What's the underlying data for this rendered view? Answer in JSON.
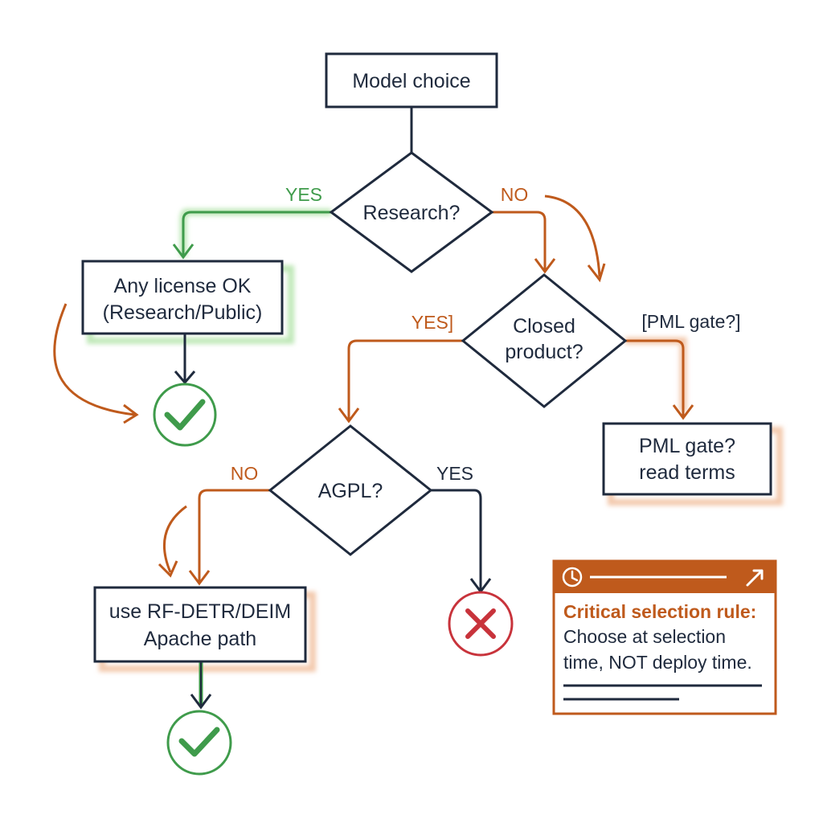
{
  "colors": {
    "navy": "#1f2a3d",
    "green": "#3f9b4b",
    "orange": "#bf5a1c",
    "red": "#c8333b",
    "glow_green": "#cfeec9",
    "glow_orange": "#f6d7c2"
  },
  "nodes": {
    "model_choice": "Model choice",
    "research": "Research?",
    "any_license_line1": "Any license OK",
    "any_license_line2": "(Research/Public)",
    "closed_product_line1": "Closed",
    "closed_product_line2": "product?",
    "pml_gate_line1": "PML gate?",
    "pml_gate_line2": "read terms",
    "agpl": "AGPL?",
    "use_rfdetr_line1": "use RF-DETR/DEIM",
    "use_rfdetr_line2": "Apache path"
  },
  "edge_labels": {
    "research_yes": "YES",
    "research_no": "NO",
    "closed_yes": "YES]",
    "closed_pml": "[PML gate?]",
    "agpl_no": "NO",
    "agpl_yes": "YES"
  },
  "note": {
    "title": "Critical selection rule:",
    "line1": "Choose at selection",
    "line2": "time, NOT deploy time.",
    "header_icons": [
      "clock-icon",
      "expand-arrow-icon"
    ]
  },
  "icons": {
    "approved": "check-icon",
    "rejected": "x-icon"
  }
}
